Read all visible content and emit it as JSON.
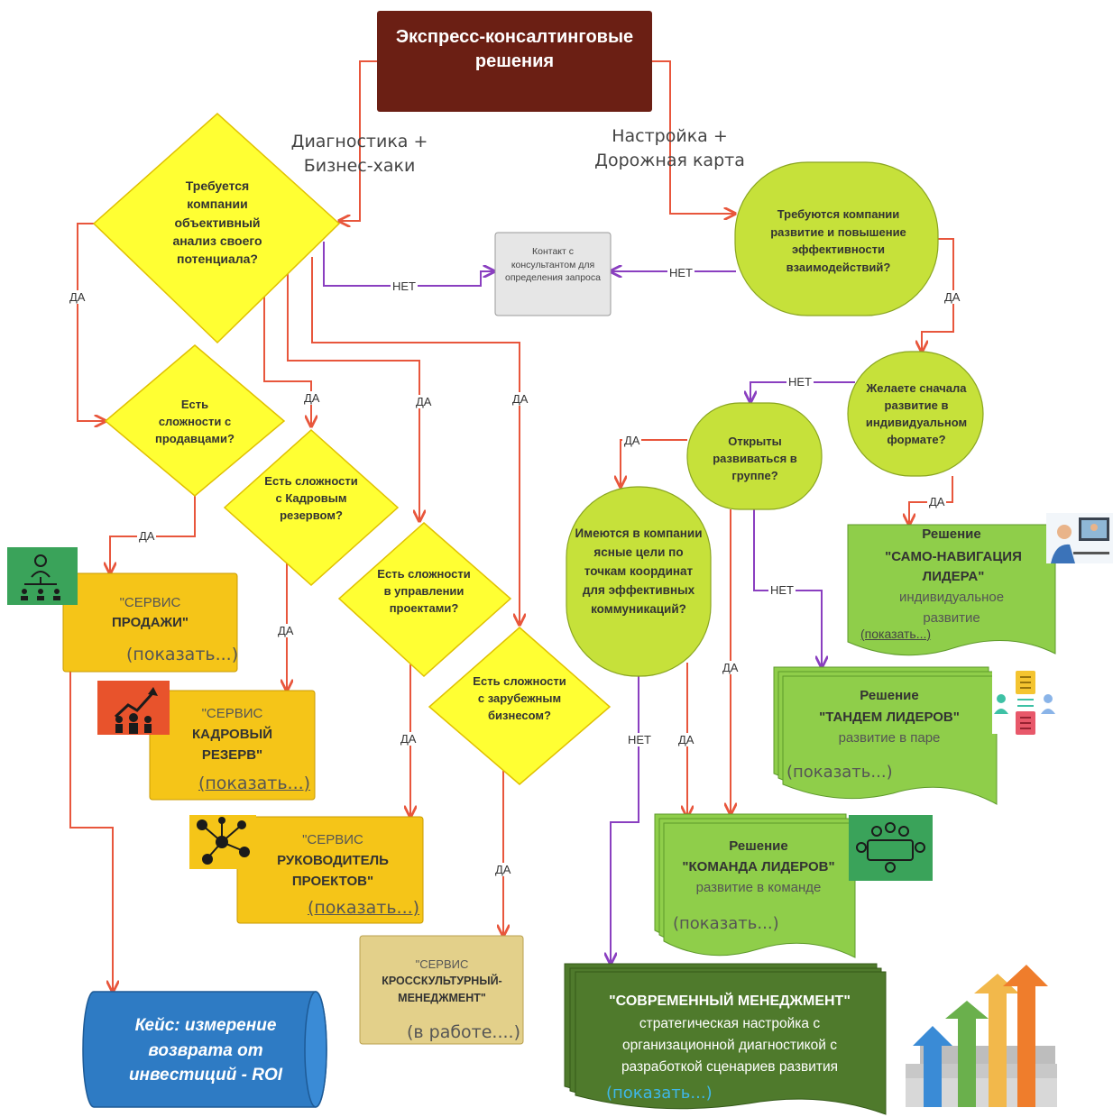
{
  "title": "Экспресс-консалтинговые решения",
  "branches": {
    "left": "Диагностика + Бизнес-хаки",
    "right": "Настройка + Дорожная карта"
  },
  "labels": {
    "yes": "ДА",
    "no": "НЕТ"
  },
  "questions": {
    "q1": "Требуется компании объективный анализ своего потенциала?",
    "q2": "Требуются компании развитие и повышение эффективности взаимодействий?",
    "q3": "Желаете сначала развитие в индивидуальном формате?",
    "q4": "Открыты развиваться в группе?",
    "q5": "Имеются в компании ясные цели по точкам координат для эффективных коммуникаций?",
    "sales": "Есть сложности с продавцами?",
    "hr": "Есть сложности с Кадровым резервом?",
    "pm": "Есть сложности в управлении проектами?",
    "intl": "Есть сложности с зарубежным бизнесом?"
  },
  "contact": "Контакт с консультантом для определения запроса",
  "services": {
    "sales": {
      "title1": "\"СЕРВИС",
      "title2": "ПРОДАЖИ\"",
      "link": "(показать...)"
    },
    "hr": {
      "title1": "\"СЕРВИС",
      "title2": "КАДРОВЫЙ",
      "title3": "РЕЗЕРВ\"",
      "link": "(показать...)"
    },
    "pm": {
      "title1": "\"СЕРВИС",
      "title2": "РУКОВОДИТЕЛЬ",
      "title3": "ПРОЕКТОВ\"",
      "link": "(показать...)"
    },
    "intl": {
      "title1": "\"СЕРВИС",
      "title2": "КРОССКУЛЬТУРНЫЙ-",
      "title3": "МЕНЕДЖМЕНТ\"",
      "link": "(в работе....)"
    }
  },
  "solutions": {
    "self": {
      "head": "Решение",
      "name": "\"САМО-НАВИГАЦИЯ ЛИДЕРА\"",
      "sub": "индивидуальное развитие",
      "link": "(показать...)"
    },
    "tandem": {
      "head": "Решение",
      "name": "\"ТАНДЕМ ЛИДЕРОВ\"",
      "sub": "развитие в паре",
      "link": "(показать...)"
    },
    "team": {
      "head": "Решение",
      "name": "\"КОМАНДА ЛИДЕРОВ\"",
      "sub": "развитие в команде",
      "link": "(показать...)"
    },
    "modern": {
      "name": "\"СОВРЕМЕННЫЙ МЕНЕДЖМЕНТ\"",
      "sub": "стратегическая настройка с организационной диагностикой с разработкой сценариев развития",
      "link": "(показать...)"
    }
  },
  "case": "Кейс: измерение возврата от инвестиций - ROI",
  "colors": {
    "title_bg": "#6b1f14",
    "yellow": "#ffff33",
    "lime": "#c6e13a",
    "service": "#f5c518",
    "service_beige": "#e3d08a",
    "solution": "#8fce4a",
    "dark_green": "#4f7a2c",
    "roi": "#2e7bc4",
    "arrow_red": "#e8563c",
    "arrow_purple": "#8a3fc0"
  }
}
